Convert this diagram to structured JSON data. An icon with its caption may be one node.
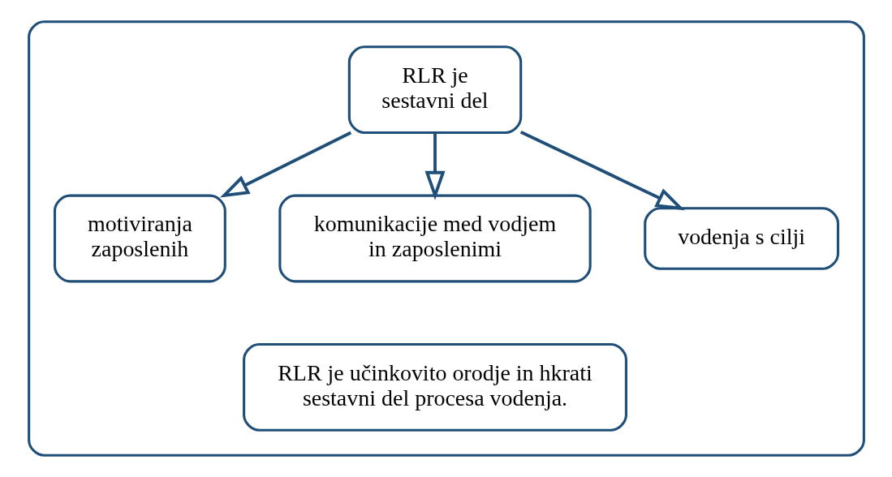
{
  "diagram": {
    "nodes": [
      {
        "text": [],
        "shape": "box"
      },
      {
        "text": [
          "RLR je sestavni del"
        ],
        "in": 0
      },
      {
        "text": [
          "motiviranja zaposlenih"
        ],
        "in": 0
      },
      {
        "text": [
          "komunikacije med vodjem in zaposlenimi"
        ],
        "in": 0
      },
      {
        "text": [
          "vodenja s cilji"
        ],
        "in": 0
      },
      {
        "text": [
          "RLR je učinkovito orodje in hkrati sestavni del procesa vodenja."
        ],
        "in": 0
      }
    ],
    "edges": [
      {
        "from": 1,
        "to": 2,
        "arrow": "to"
      },
      {
        "from": 1,
        "to": 3,
        "arrow": "to"
      },
      {
        "from": 1,
        "to": 4,
        "arrow": "to"
      }
    ]
  }
}
